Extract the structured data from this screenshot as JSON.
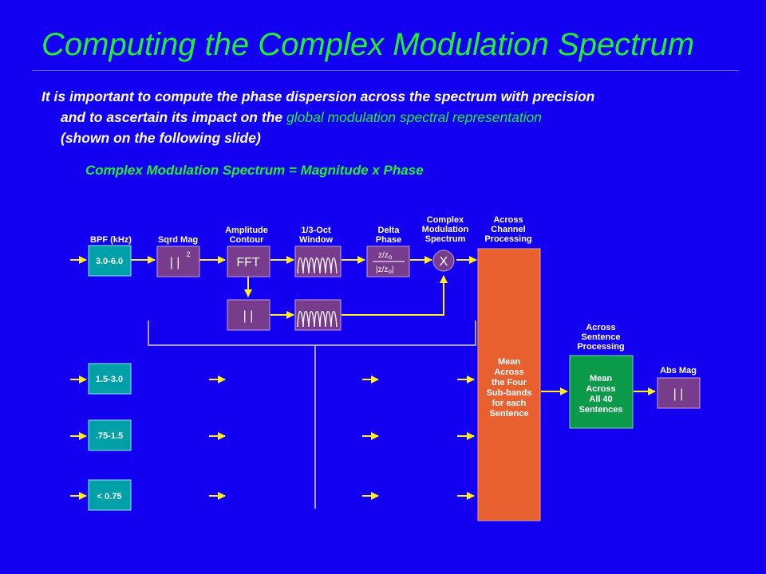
{
  "title": "Computing the Complex Modulation Spectrum",
  "body": {
    "line1": "It is important to compute the phase dispersion across the spectrum with precision",
    "line2_a": "and to ascertain its impact on the ",
    "line2_b": "global modulation spectral representation",
    "line3": "(shown on the following slide)"
  },
  "formula": "Complex Modulation Spectrum = Magnitude x Phase",
  "colors": {
    "background": "#1400f0",
    "title": "#22ee33",
    "teal": "#00a0a8",
    "purple": "#783c8c",
    "orange": "#e86030",
    "green_box": "#0a9a4a",
    "arrow": "#ffee22",
    "line": "#d8d8c0"
  },
  "diagram": {
    "headers": {
      "bpf": "BPF (kHz)",
      "sqrd_1": "Sqrd Mag",
      "amp_1": "Amplitude",
      "amp_2": "Contour",
      "oct_1": "1/3-Oct",
      "oct_2": "Window",
      "delta_1": "Delta",
      "delta_2": "Phase",
      "cms_1": "Complex",
      "cms_2": "Modulation",
      "cms_3": "Spectrum",
      "acp_1": "Across",
      "acp_2": "Channel",
      "acp_3": "Processing",
      "asp_1": "Across",
      "asp_2": "Sentence",
      "asp_3": "Processing",
      "absmag": "Abs Mag"
    },
    "bands": [
      "3.0-6.0",
      "1.5-3.0",
      ".75-1.5",
      "< 0.75"
    ],
    "sqrd_box": "| |",
    "sqrd_sup": "2",
    "fft": "FFT",
    "mag_box": "| |",
    "phase_num": "z/z",
    "phase_den_a": "|z/z",
    "phase_den_b": "|",
    "phase_sub": "o",
    "multiply": "X",
    "mean_channel": [
      "Mean",
      "Across",
      "the Four",
      "Sub-bands",
      "for each",
      "Sentence"
    ],
    "mean_sentence": [
      "Mean",
      "Across",
      "All 40",
      "Sentences"
    ],
    "abs_box": "| |"
  }
}
